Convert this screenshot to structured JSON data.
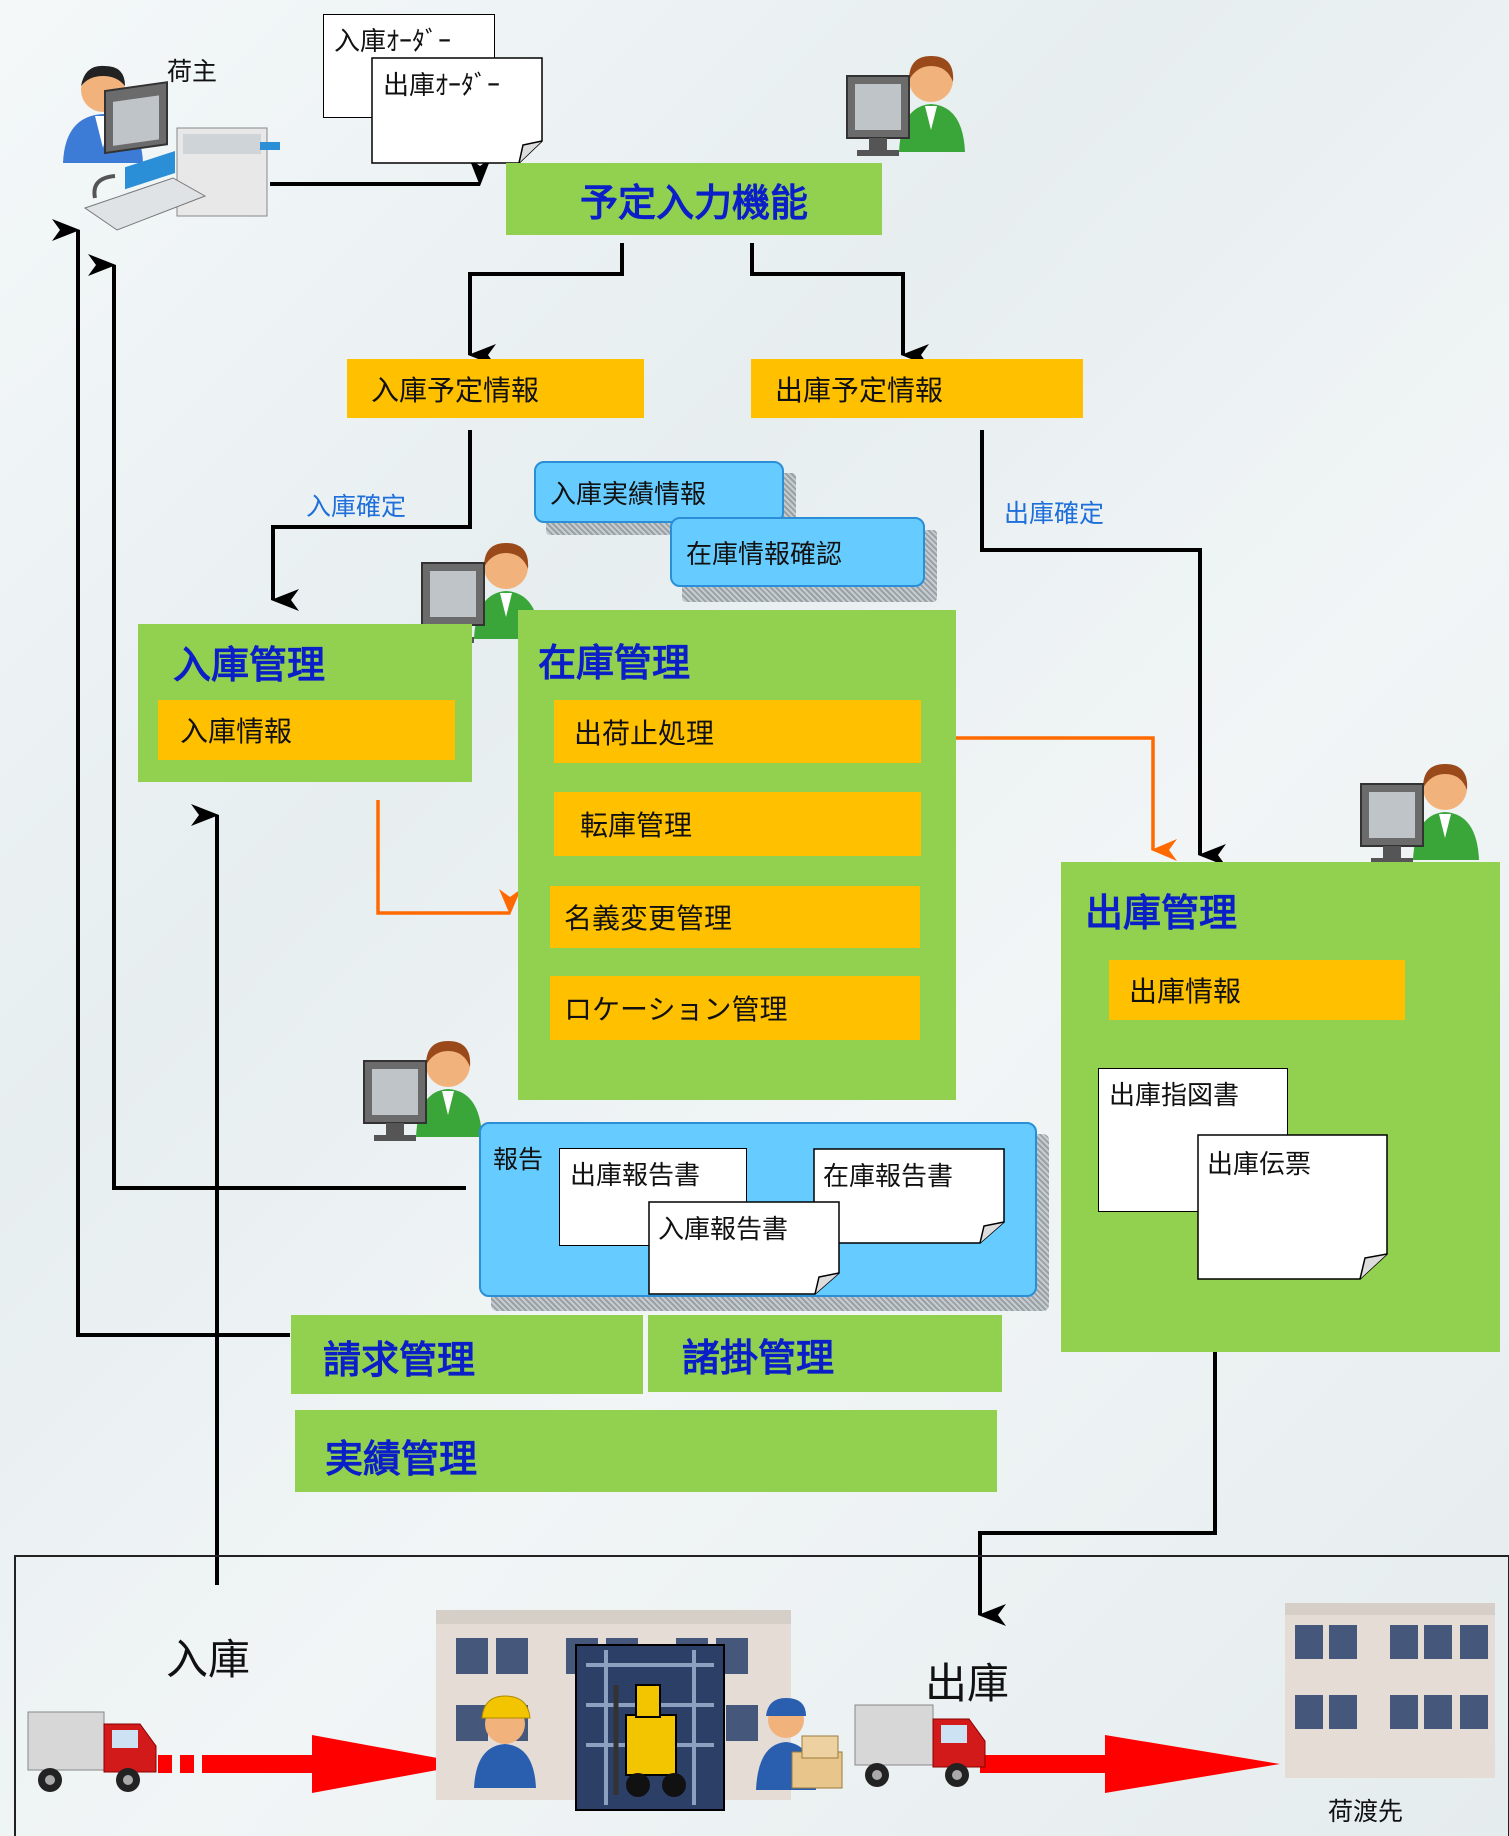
{
  "actors": {
    "shipper_label": "荷主",
    "consignee_label": "荷渡先"
  },
  "orders": {
    "inbound_order": "入庫ｵｰﾀﾞｰ",
    "outbound_order": "出庫ｵｰﾀﾞｰ"
  },
  "schedule_input": "予定入力機能",
  "inbound_schedule": "入庫予定情報",
  "outbound_schedule": "出庫予定情報",
  "inbound_confirm": "入庫確定",
  "outbound_confirm": "出庫確定",
  "inbound_results": "入庫実績情報",
  "stock_check": "在庫情報確認",
  "inbound_mgmt": {
    "title": "入庫管理",
    "info": "入庫情報"
  },
  "inventory_mgmt": {
    "title": "在庫管理",
    "items": [
      "出荷止処理",
      "転庫管理",
      "名義変更管理",
      "ロケーション管理"
    ]
  },
  "outbound_mgmt": {
    "title": "出庫管理",
    "info": "出庫情報",
    "doc_instruction": "出庫指図書",
    "doc_slip": "出庫伝票"
  },
  "report": {
    "label": "報告",
    "outbound_report": "出庫報告書",
    "inbound_report": "入庫報告書",
    "stock_report": "在庫報告書"
  },
  "billing_mgmt": "請求管理",
  "misc_charges_mgmt": "諸掛管理",
  "results_mgmt": "実績管理",
  "warehouse": {
    "inbound_label": "入庫",
    "outbound_label": "出庫"
  },
  "colors": {
    "green": "#92d050",
    "orange": "#ffc000",
    "blue": "#66ccff",
    "title_blue": "#0b1fc8",
    "flow_orange": "#ff6a00",
    "truck_arrow": "#ff0000"
  }
}
